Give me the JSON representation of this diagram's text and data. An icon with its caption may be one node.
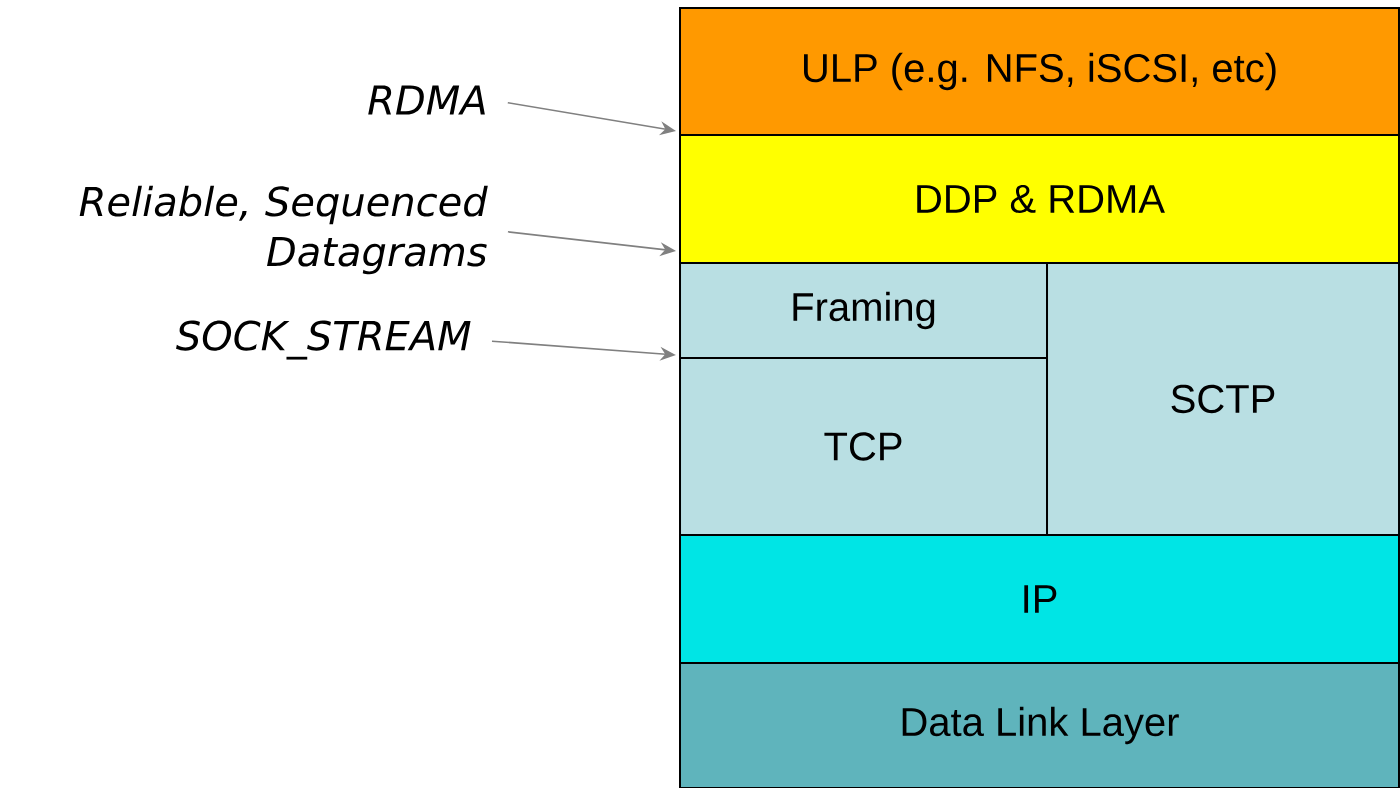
{
  "diagram": {
    "nodes": [
      {
        "text": [
          "ULP (e.g. NFS, iSCSI, etc)"
        ]
      },
      {
        "text": [
          "DDP & RDMA"
        ]
      },
      {
        "text": [
          "Framing"
        ]
      },
      {
        "text": [
          "TCP"
        ]
      },
      {
        "text": [
          "SCTP"
        ]
      },
      {
        "text": [
          "IP"
        ]
      },
      {
        "text": [
          "Data Link Layer"
        ]
      },
      {
        "text": [
          "RDMA"
        ]
      },
      {
        "text": [
          "Reliable, Sequenced Datagrams"
        ]
      },
      {
        "text": [
          "SOCK_STREAM"
        ]
      }
    ],
    "edges": [
      {
        "from": 7,
        "to": 0,
        "arrow": "to"
      },
      {
        "from": 8,
        "to": 1,
        "arrow": "to"
      },
      {
        "from": 9,
        "to": 2,
        "arrow": "to"
      }
    ]
  }
}
